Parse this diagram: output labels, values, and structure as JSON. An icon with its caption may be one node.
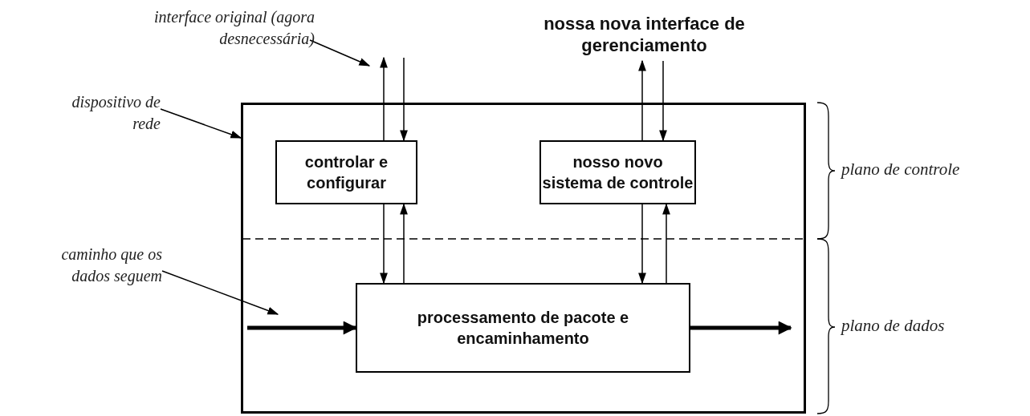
{
  "diagram": {
    "nodes": [
      {
        "text": [
          "interface original (agora desnecessária)"
        ]
      },
      {
        "text": [
          "dispositivo de rede"
        ]
      },
      {
        "text": [],
        "shape": "box"
      },
      {
        "text": [
          "controlar e configurar"
        ],
        "in": 2
      },
      {
        "text": [
          "nosso novo sistema de controle"
        ],
        "in": 2
      },
      {
        "text": [
          "processamento de pacote e encaminhamento"
        ],
        "in": 2
      },
      {
        "text": [
          "nossa nova interface de gerenciamento"
        ]
      },
      {
        "text": [
          "caminho que os dados seguem"
        ]
      }
    ],
    "edges": [
      {
        "from": 0,
        "to": null,
        "arrow": "to"
      },
      {
        "from": 1,
        "to": 2,
        "arrow": "to"
      },
      {
        "from": 3,
        "to": null,
        "arrow": "to"
      },
      {
        "from": null,
        "to": 3,
        "arrow": "to"
      },
      {
        "from": 4,
        "to": 6,
        "arrow": "to"
      },
      {
        "from": 6,
        "to": 4,
        "arrow": "to"
      },
      {
        "from": 3,
        "to": 5,
        "arrow": "to"
      },
      {
        "from": 5,
        "to": 3,
        "arrow": "to"
      },
      {
        "from": 4,
        "to": 5,
        "arrow": "to"
      },
      {
        "from": 5,
        "to": 4,
        "arrow": "to"
      },
      {
        "from": 7,
        "to": null,
        "arrow": "to"
      },
      {
        "from": null,
        "to": 5,
        "arrow": "to",
        "style": "thick"
      },
      {
        "from": 5,
        "to": null,
        "arrow": "to",
        "style": "thick"
      }
    ],
    "labels": [
      "plano de controle",
      "plano de dados"
    ]
  }
}
